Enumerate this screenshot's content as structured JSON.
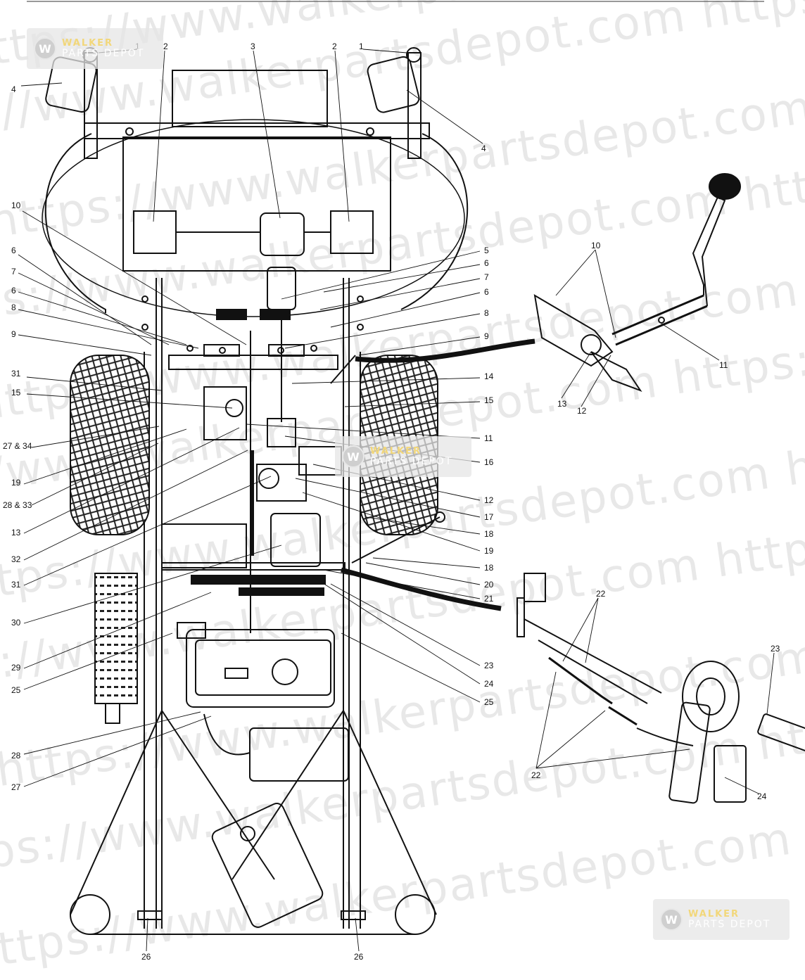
{
  "watermark": {
    "url": "https://www.walkerpartsdepot.com",
    "brand_top": "WALKER",
    "brand_bottom": "PARTS DEPOT",
    "logo_letter": "W"
  },
  "callouts": [
    {
      "id": "c1a",
      "text": "1"
    },
    {
      "id": "c2a",
      "text": "2"
    },
    {
      "id": "c3",
      "text": "3"
    },
    {
      "id": "c2b",
      "text": "2"
    },
    {
      "id": "c1b",
      "text": "1"
    },
    {
      "id": "c4a",
      "text": "4"
    },
    {
      "id": "c4b",
      "text": "4"
    },
    {
      "id": "c10a",
      "text": "10"
    },
    {
      "id": "c6a",
      "text": "6"
    },
    {
      "id": "c7a",
      "text": "7"
    },
    {
      "id": "c6b",
      "text": "6"
    },
    {
      "id": "c8a",
      "text": "8"
    },
    {
      "id": "c9a",
      "text": "9"
    },
    {
      "id": "c31a",
      "text": "31"
    },
    {
      "id": "c15a",
      "text": "15"
    },
    {
      "id": "c2734",
      "text": "27 & 34"
    },
    {
      "id": "c19a",
      "text": "19"
    },
    {
      "id": "c2833",
      "text": "28 & 33"
    },
    {
      "id": "c13a",
      "text": "13"
    },
    {
      "id": "c32",
      "text": "32"
    },
    {
      "id": "c31b",
      "text": "31"
    },
    {
      "id": "c30",
      "text": "30"
    },
    {
      "id": "c29",
      "text": "29"
    },
    {
      "id": "c25a",
      "text": "25"
    },
    {
      "id": "c28",
      "text": "28"
    },
    {
      "id": "c27",
      "text": "27"
    },
    {
      "id": "c26a",
      "text": "26"
    },
    {
      "id": "c26b",
      "text": "26"
    },
    {
      "id": "c5",
      "text": "5"
    },
    {
      "id": "c6c",
      "text": "6"
    },
    {
      "id": "c7b",
      "text": "7"
    },
    {
      "id": "c6d",
      "text": "6"
    },
    {
      "id": "c8b",
      "text": "8"
    },
    {
      "id": "c9b",
      "text": "9"
    },
    {
      "id": "c14",
      "text": "14"
    },
    {
      "id": "c15b",
      "text": "15"
    },
    {
      "id": "c11a",
      "text": "11"
    },
    {
      "id": "c16",
      "text": "16"
    },
    {
      "id": "c12a",
      "text": "12"
    },
    {
      "id": "c17",
      "text": "17"
    },
    {
      "id": "c18a",
      "text": "18"
    },
    {
      "id": "c19b",
      "text": "19"
    },
    {
      "id": "c18b",
      "text": "18"
    },
    {
      "id": "c20",
      "text": "20"
    },
    {
      "id": "c21",
      "text": "21"
    },
    {
      "id": "c23a",
      "text": "23"
    },
    {
      "id": "c24a",
      "text": "24"
    },
    {
      "id": "c25b",
      "text": "25"
    },
    {
      "id": "c10b",
      "text": "10"
    },
    {
      "id": "c11b",
      "text": "11"
    },
    {
      "id": "c13b",
      "text": "13"
    },
    {
      "id": "c12b",
      "text": "12"
    },
    {
      "id": "c22a",
      "text": "22"
    },
    {
      "id": "c22b",
      "text": "22"
    },
    {
      "id": "c23b",
      "text": "23"
    },
    {
      "id": "c24b",
      "text": "24"
    }
  ]
}
